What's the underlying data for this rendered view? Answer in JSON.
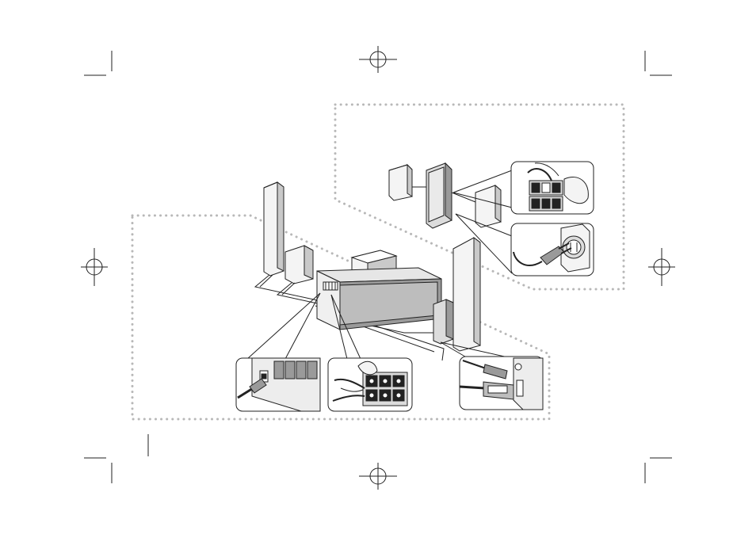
{
  "page": {
    "background": "#ffffff",
    "ink": "#222222",
    "dotted_border_color": "#b8b8b8",
    "inset_fill": "#ededed",
    "speaker_fill": "#f4f4f4",
    "speaker_shade": "#c9c9c9",
    "unit_fill": "#dcdcdc",
    "unit_dark": "#9a9a9a"
  },
  "diagram": {
    "regions": [
      "rear-speaker-panel",
      "main-system-panel"
    ],
    "components": [
      "front-left-speaker",
      "center-speaker",
      "front-right-speaker",
      "main-unit",
      "subwoofer",
      "wireless-receiver",
      "rear-left-speaker",
      "rear-right-speaker",
      "power-outlet"
    ],
    "insets": [
      "antenna-jack-inset",
      "speaker-terminal-inset",
      "rear-terminal-inset",
      "power-plug-inset",
      "hdmi-cable-inset"
    ],
    "registration_marks": 4,
    "crop_marks": 8
  }
}
